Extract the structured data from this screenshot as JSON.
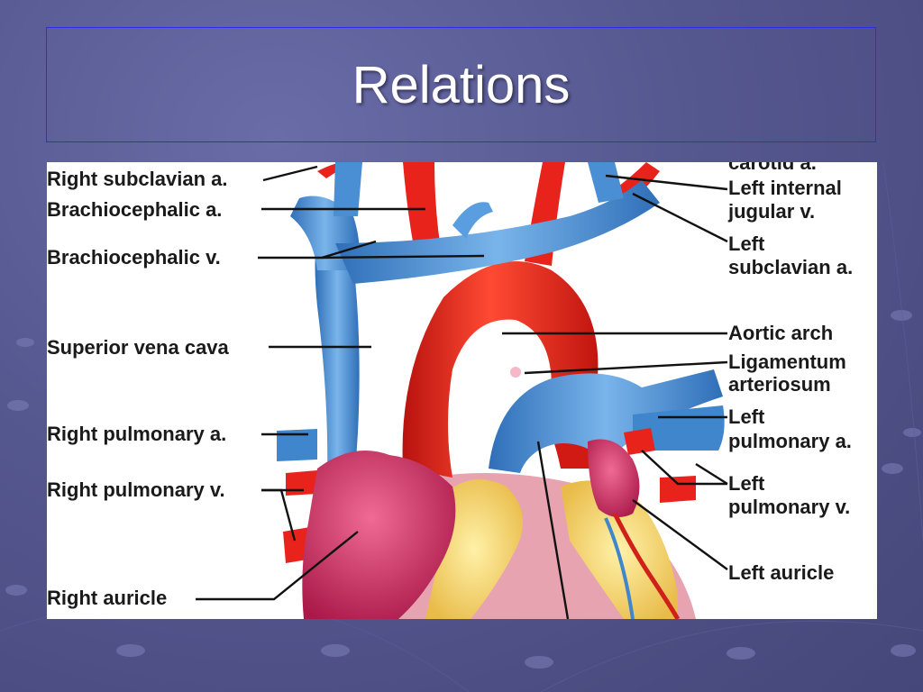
{
  "slide": {
    "title": "Relations"
  },
  "diagram": {
    "labels": {
      "top_right_cut": "carotid a.",
      "right_subclavian": "Right subclavian a.",
      "brachiocephalic_a": "Brachiocephalic a.",
      "brachiocephalic_v": "Brachiocephalic v.",
      "superior_vena_cava": "Superior vena cava",
      "right_pulmonary_a": "Right pulmonary a.",
      "right_pulmonary_v": "Right pulmonary v.",
      "right_auricle": "Right auricle",
      "left_internal_jugular_1": "Left internal",
      "left_internal_jugular_2": "jugular v.",
      "left_subclavian_1": "Left",
      "left_subclavian_2": "subclavian a.",
      "aortic_arch": "Aortic arch",
      "ligamentum_1": "Ligamentum",
      "ligamentum_2": "arteriosum",
      "left_pulmonary_a_1": "Left",
      "left_pulmonary_a_2": "pulmonary a.",
      "left_pulmonary_v_1": "Left",
      "left_pulmonary_v_2": "pulmonary v.",
      "left_auricle": "Left auricle"
    },
    "colors": {
      "artery": "#e8231c",
      "vein": "#3f86cc",
      "auricle": "#cf2f68",
      "fat": "#f4d36a",
      "leader_line": "#111111"
    }
  }
}
